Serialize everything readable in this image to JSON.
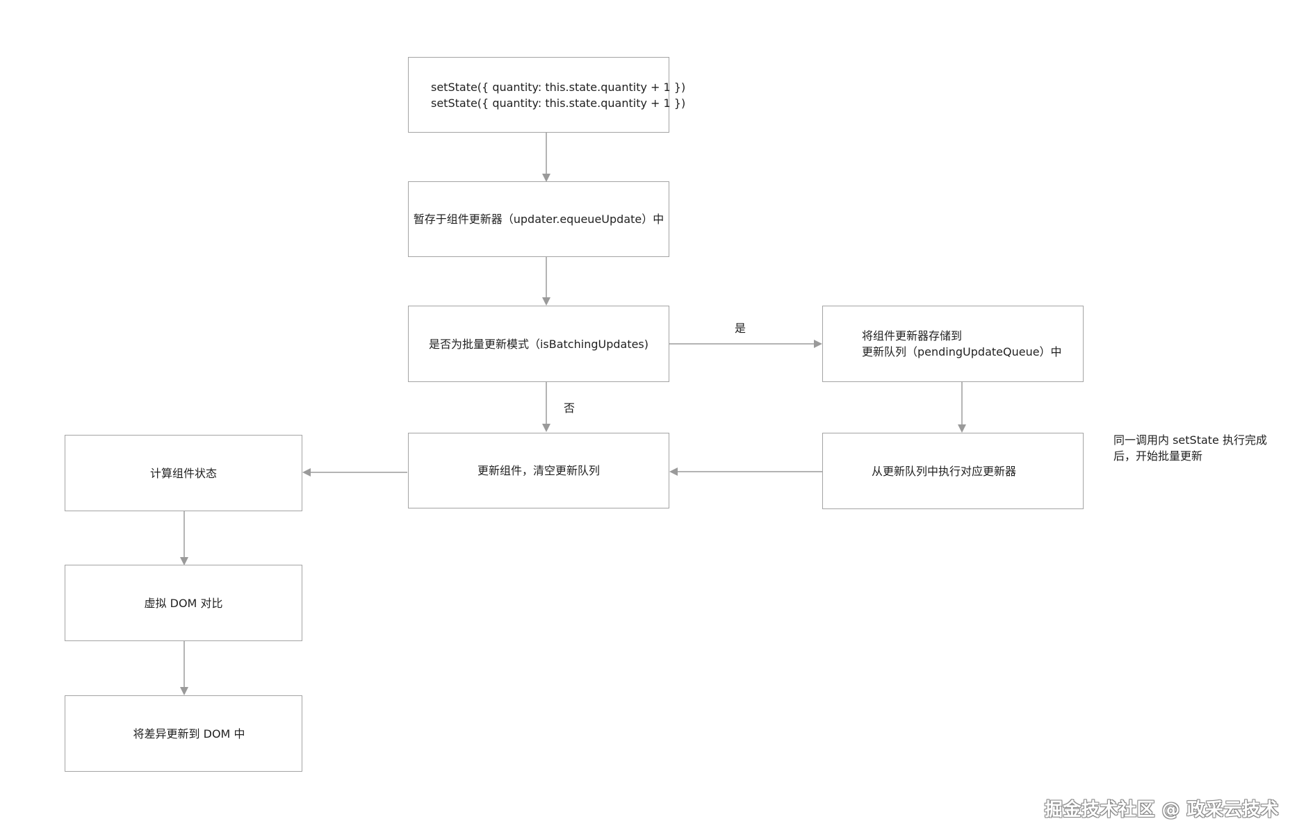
{
  "nodes": {
    "set_state": {
      "line1": "setState({ quantity: this.state.quantity + 1 })",
      "line2": "setState({ quantity: this.state.quantity + 1 })"
    },
    "enqueue": "暂存于组件更新器（updater.equeueUpdate）中",
    "is_batching": "是否为批量更新模式（isBatchingUpdates)",
    "store_queue": {
      "line1": "将组件更新器存储到",
      "line2": "更新队列（pendingUpdateQueue）中"
    },
    "update_component": "更新组件，清空更新队列",
    "run_updaters": "从更新队列中执行对应更新器",
    "compute_state": "计算组件状态",
    "vdom_diff": "虚拟 DOM 对比",
    "apply_dom": "将差异更新到 DOM 中"
  },
  "edge_labels": {
    "yes": "是",
    "no": "否"
  },
  "note": {
    "line1": "同一调用内 setState 执行完成",
    "line2": "后，开始批量更新"
  },
  "watermark": "掘金技术社区 @ 政采云技术",
  "colors": {
    "border": "#a3a3a3",
    "arrow": "#9a9a9a",
    "text": "#1f1f1f"
  }
}
